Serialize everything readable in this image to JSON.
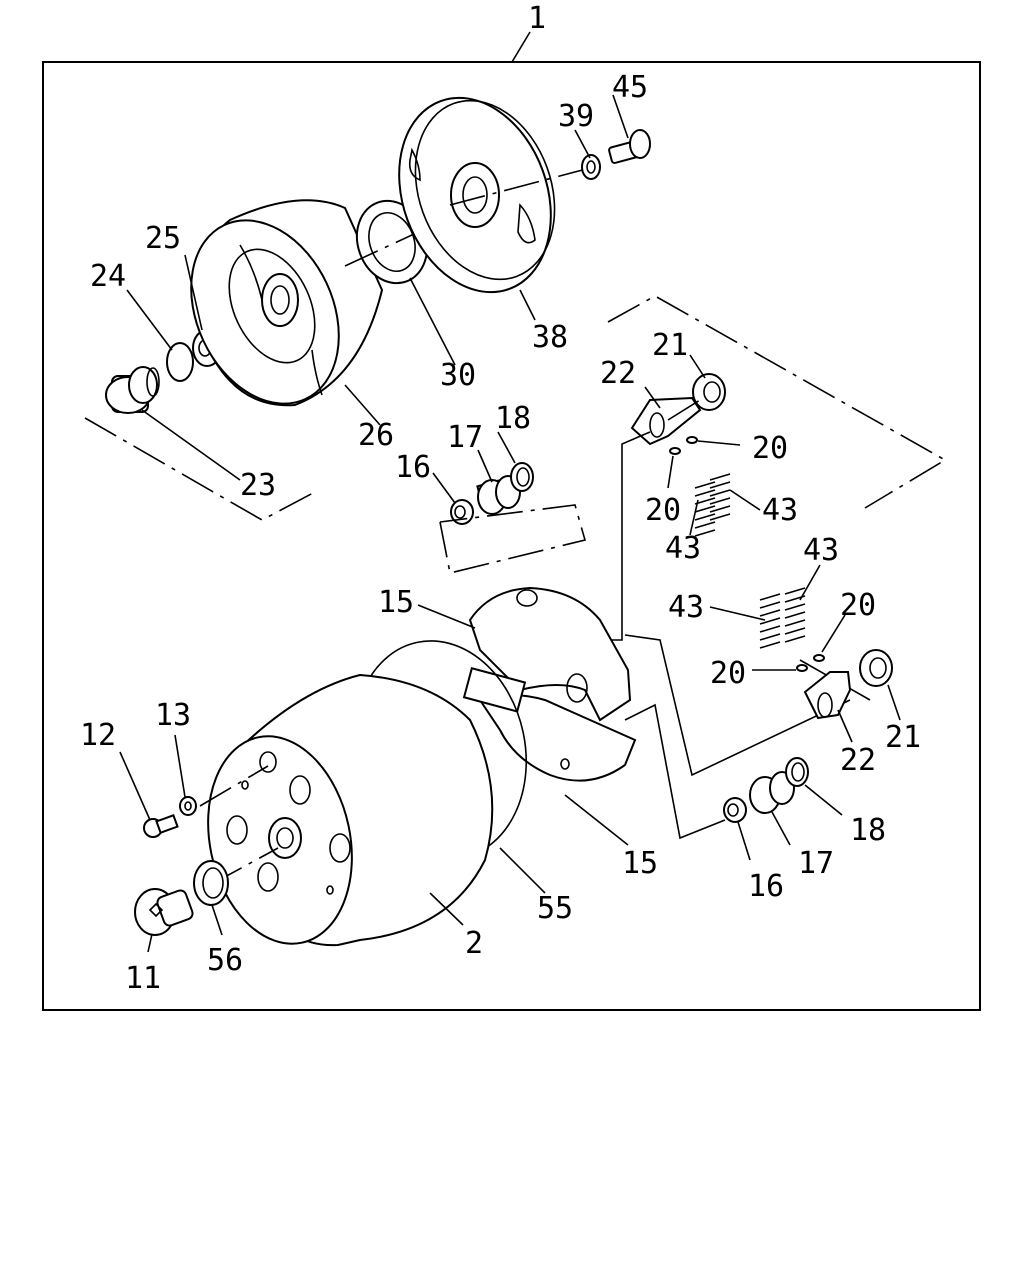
{
  "callouts": {
    "assembly": "1",
    "housing": "2",
    "plug": "11",
    "screw": "12",
    "washer_small": "13",
    "weight_upper": "15",
    "weight_lower": "15",
    "pin_upper": "16",
    "pin_lower": "16",
    "bushing_upper": "17",
    "bushing_lower": "17",
    "ring_upper": "18",
    "ring_lower": "18",
    "clip_a": "20",
    "clip_b": "20",
    "clip_c": "20",
    "clip_d": "20",
    "roller_upper": "21",
    "roller_lower": "21",
    "holder_upper": "22",
    "holder_lower": "22",
    "plug_nut": "23",
    "oring": "24",
    "ring_25": "25",
    "hub_disc": "26",
    "bearing": "30",
    "cover_plate": "38",
    "nut_39": "39",
    "spring_a": "43",
    "spring_b": "43",
    "spring_c": "43",
    "spring_d": "43",
    "bolt_45": "45",
    "gasket_55": "55",
    "washer_56": "56"
  }
}
